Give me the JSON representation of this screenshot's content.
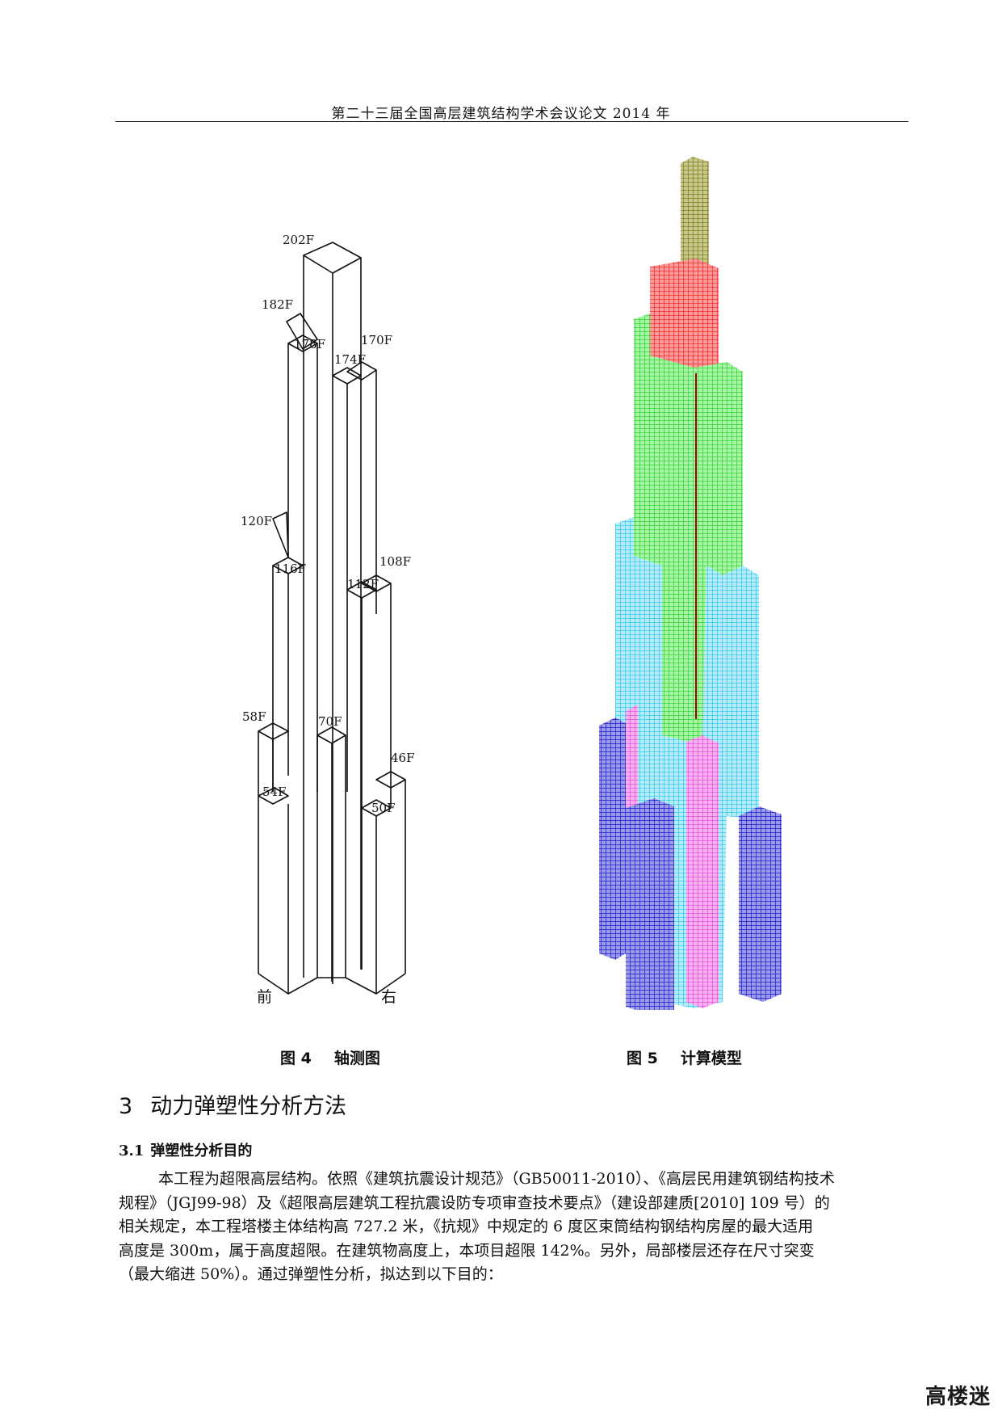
{
  "header": {
    "title": "第二十三届全国高层建筑结构学术会议论文 2014 年"
  },
  "figure4": {
    "number": "图 4",
    "caption": "轴测图",
    "floor_labels": [
      "202F",
      "182F",
      "178F",
      "174F",
      "170F",
      "120F",
      "116F",
      "112F",
      "108F",
      "58F",
      "54F",
      "70F",
      "50F",
      "46F"
    ],
    "direction_labels": [
      "前",
      "右"
    ]
  },
  "figure5": {
    "number": "图 5",
    "caption": "计算模型",
    "colors": {
      "olive": "#8a8a1e",
      "red": "#ee1c1c",
      "green": "#22e022",
      "cyan": "#22ccee",
      "magenta": "#ee44dd",
      "blue": "#1a1acc",
      "darkred": "#aa0000"
    }
  },
  "section": {
    "number": "3",
    "title": "动力弹塑性分析方法"
  },
  "subsection": {
    "number": "3.1",
    "title": "弹塑性分析目的"
  },
  "paragraph": {
    "lines": [
      "本工程为超限高层结构。依照《建筑抗震设计规范》（GB50011-2010）、《高层民用建筑钢结构技术",
      "规程》（JGJ99-98）及《超限高层建筑工程抗震设防专项审查技术要点》（建设部建质[2010] 109 号）的",
      "相关规定，本工程塔楼主体结构高 727.2 米，《抗规》中规定的 6 度区束筒结构钢结构房屋的最大适用",
      "高度是 300m，属于高度超限。在建筑物高度上，本项目超限 142%。另外，局部楼层还存在尺寸突变",
      "（最大缩进 50%）。通过弹塑性分析，拟达到以下目的："
    ]
  },
  "watermark": {
    "text": "高楼迷"
  }
}
